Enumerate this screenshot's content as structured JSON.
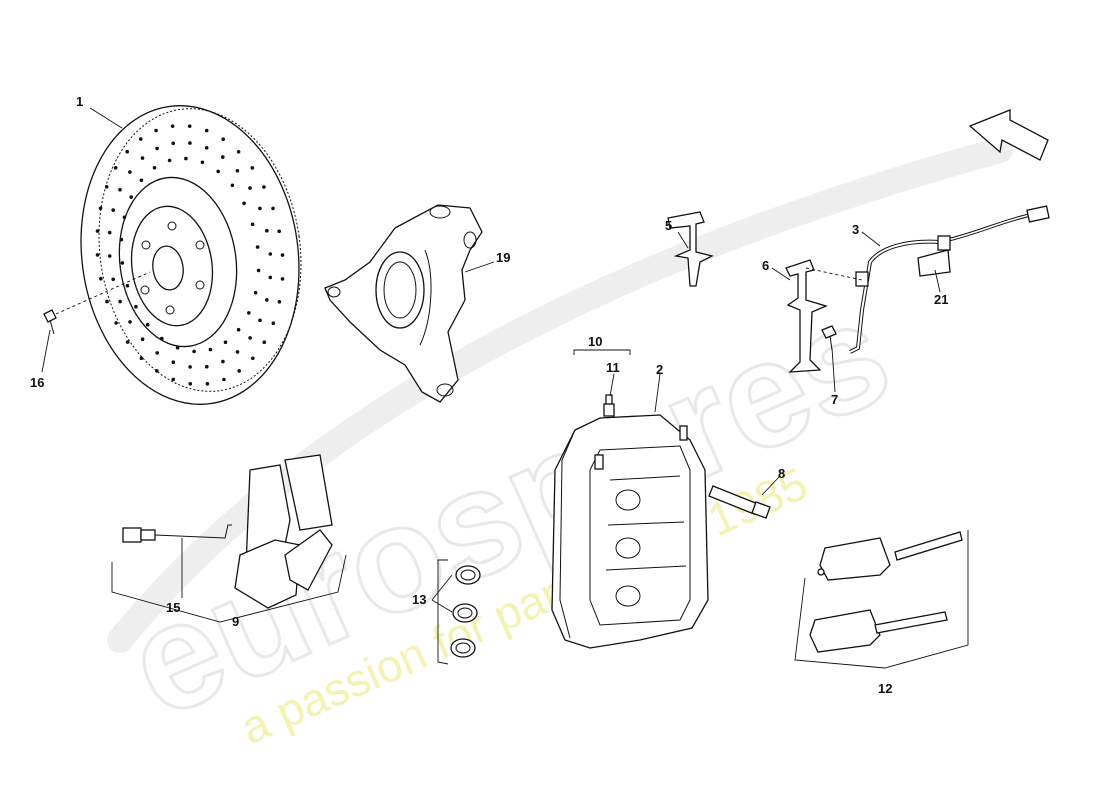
{
  "watermark": {
    "brand": "eurospares",
    "tagline": "a passion for parts since 1985",
    "brand_color": "#e8e8e8",
    "tagline_color": "#f3f0a6"
  },
  "callouts": [
    {
      "id": "p1",
      "label": "1"
    },
    {
      "id": "p2",
      "label": "2"
    },
    {
      "id": "p3",
      "label": "3"
    },
    {
      "id": "p5",
      "label": "5"
    },
    {
      "id": "p6",
      "label": "6"
    },
    {
      "id": "p7",
      "label": "7"
    },
    {
      "id": "p8",
      "label": "8"
    },
    {
      "id": "p9",
      "label": "9"
    },
    {
      "id": "p10",
      "label": "10"
    },
    {
      "id": "p11",
      "label": "11"
    },
    {
      "id": "p12",
      "label": "12"
    },
    {
      "id": "p13",
      "label": "13"
    },
    {
      "id": "p15",
      "label": "15"
    },
    {
      "id": "p16",
      "label": "16"
    },
    {
      "id": "p19",
      "label": "19"
    },
    {
      "id": "p21",
      "label": "21"
    }
  ],
  "icons": {
    "direction_arrow": "direction-arrow-icon"
  }
}
